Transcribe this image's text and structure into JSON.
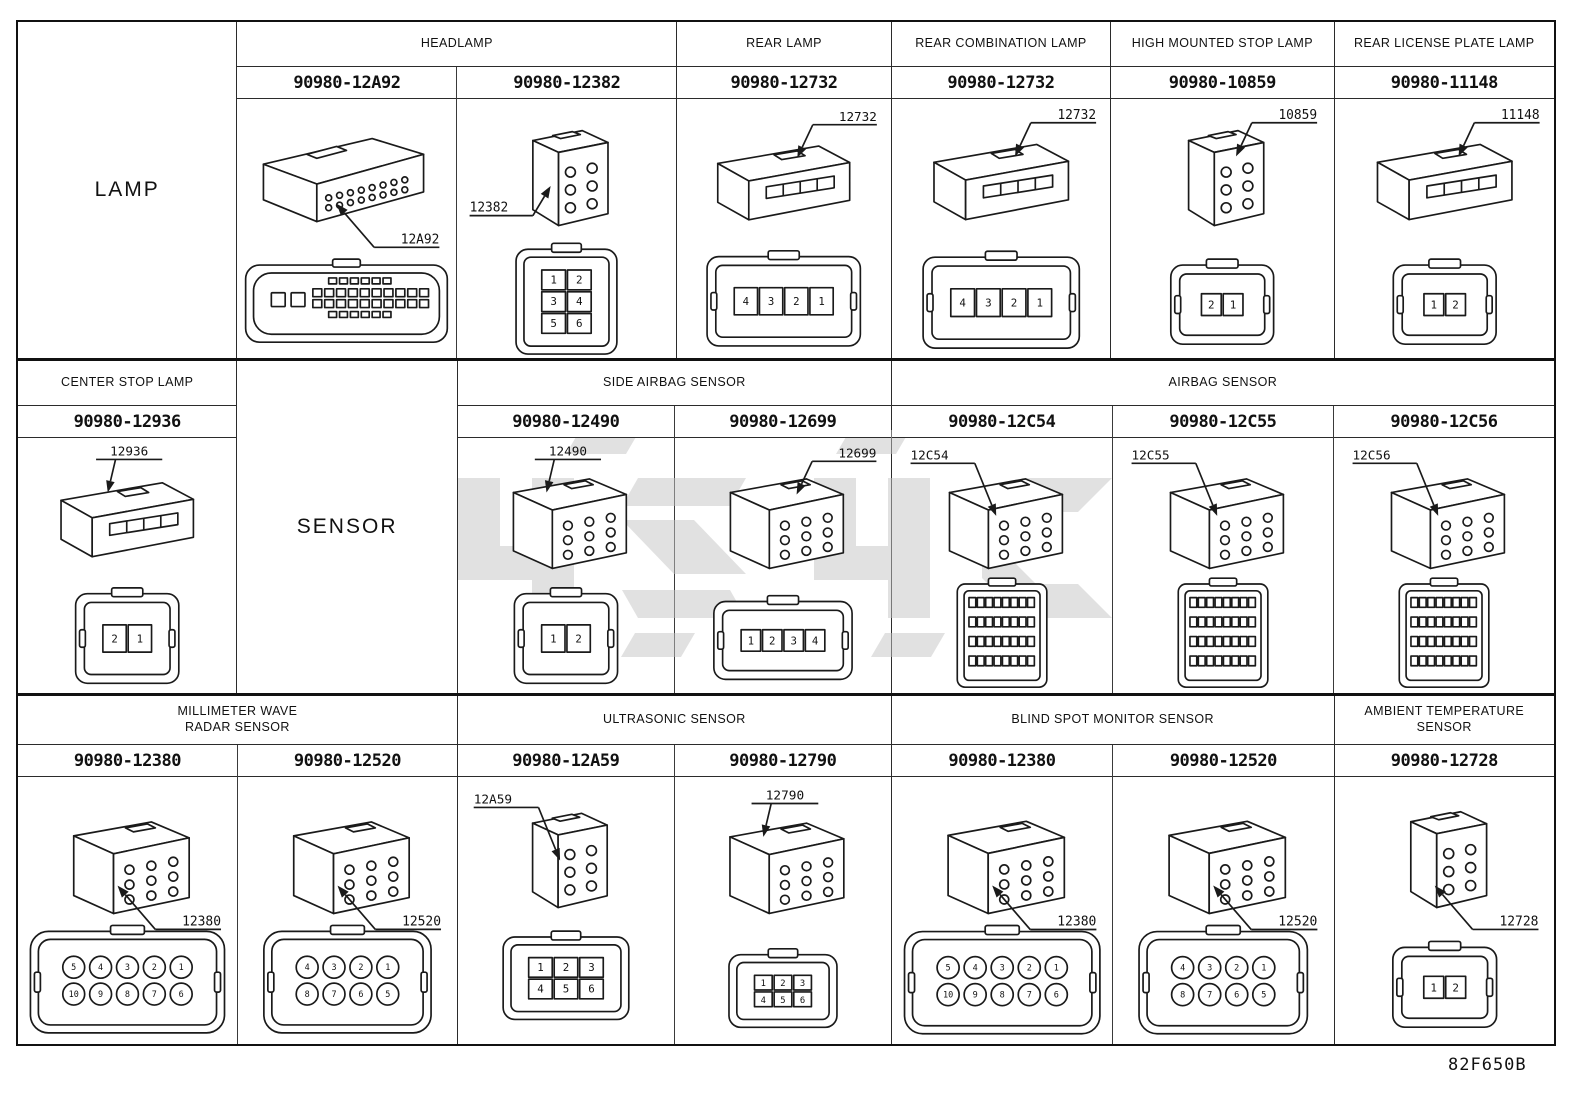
{
  "page": {
    "sheet_code": "82F650B"
  },
  "row1": {
    "label": "LAMP",
    "groups": [
      {
        "title": "HEADLAMP"
      },
      {
        "title": "REAR LAMP"
      },
      {
        "title": "REAR COMBINATION LAMP"
      },
      {
        "title": "HIGH MOUNTED STOP LAMP"
      },
      {
        "title": "REAR LICENSE PLATE LAMP"
      }
    ],
    "cells": [
      {
        "part": "90980-12A92",
        "callout": "12A92"
      },
      {
        "part": "90980-12382",
        "callout": "12382"
      },
      {
        "part": "90980-12732",
        "callout": "12732"
      },
      {
        "part": "90980-12732",
        "callout": "12732"
      },
      {
        "part": "90980-10859",
        "callout": "10859"
      },
      {
        "part": "90980-11148",
        "callout": "11148"
      }
    ]
  },
  "row2": {
    "label": "SENSOR",
    "groups": [
      {
        "title": "CENTER STOP LAMP"
      },
      {
        "title": "SIDE AIRBAG SENSOR"
      },
      {
        "title": "AIRBAG SENSOR"
      }
    ],
    "cells": [
      {
        "part": "90980-12936",
        "callout": "12936"
      },
      {
        "part": "90980-12490",
        "callout": "12490"
      },
      {
        "part": "90980-12699",
        "callout": "12699"
      },
      {
        "part": "90980-12C54",
        "callout": "12C54"
      },
      {
        "part": "90980-12C55",
        "callout": "12C55"
      },
      {
        "part": "90980-12C56",
        "callout": "12C56"
      }
    ]
  },
  "row3": {
    "groups": [
      {
        "title": "MILLIMETER WAVE\nRADAR SENSOR"
      },
      {
        "title": "ULTRASONIC SENSOR"
      },
      {
        "title": "BLIND SPOT MONITOR SENSOR"
      },
      {
        "title": "AMBIENT TEMPERATURE\nSENSOR"
      }
    ],
    "cells": [
      {
        "part": "90980-12380",
        "callout": "12380"
      },
      {
        "part": "90980-12520",
        "callout": "12520"
      },
      {
        "part": "90980-12A59",
        "callout": "12A59"
      },
      {
        "part": "90980-12790",
        "callout": "12790"
      },
      {
        "part": "90980-12380",
        "callout": "12380"
      },
      {
        "part": "90980-12520",
        "callout": "12520"
      },
      {
        "part": "90980-12728",
        "callout": "12728"
      }
    ]
  },
  "drawings": {
    "r1c0": {
      "persp": "wide",
      "pos": "br",
      "front": {
        "type": "wide"
      }
    },
    "r1c1": {
      "persp": "tall",
      "pos": "l",
      "front": {
        "type": "grid",
        "cols": 2,
        "labels": [
          "1",
          "2",
          "3",
          "4",
          "5",
          "6"
        ]
      }
    },
    "r1c2": {
      "persp": "wedge",
      "pos": "tr",
      "front": {
        "type": "row",
        "labels": [
          "4",
          "3",
          "2",
          "1"
        ]
      }
    },
    "r1c3": {
      "persp": "wedge",
      "pos": "tr",
      "front": {
        "type": "row",
        "labels": [
          "4",
          "3",
          "2",
          "1"
        ]
      }
    },
    "r1c4": {
      "persp": "tall",
      "pos": "tr",
      "front": {
        "type": "row",
        "labels": [
          "2",
          "1"
        ],
        "small": true
      }
    },
    "r1c5": {
      "persp": "wedge",
      "pos": "tr",
      "front": {
        "type": "row",
        "labels": [
          "1",
          "2"
        ],
        "small": true
      }
    },
    "r2c0": {
      "persp": "wedge",
      "pos": "t",
      "front": {
        "type": "row",
        "labels": [
          "2",
          "1"
        ]
      }
    },
    "r2c1": {
      "persp": "cube",
      "pos": "t",
      "front": {
        "type": "row",
        "labels": [
          "1",
          "2"
        ]
      }
    },
    "r2c2": {
      "persp": "cube",
      "pos": "tr",
      "front": {
        "type": "row",
        "labels": [
          "1",
          "2",
          "3",
          "4"
        ],
        "small": true
      }
    },
    "r2c3": {
      "persp": "cube",
      "pos": "tl",
      "front": {
        "type": "tiny"
      }
    },
    "r2c4": {
      "persp": "cube",
      "pos": "tl",
      "front": {
        "type": "tiny"
      }
    },
    "r2c5": {
      "persp": "cube",
      "pos": "tl",
      "front": {
        "type": "tiny"
      }
    },
    "r3c0": {
      "persp": "cube",
      "pos": "br",
      "front": {
        "type": "circles",
        "rows": [
          [
            "5",
            "4",
            "3",
            "2",
            "1"
          ],
          [
            "10",
            "9",
            "8",
            "7",
            "6"
          ]
        ]
      }
    },
    "r3c1": {
      "persp": "cube",
      "pos": "br",
      "front": {
        "type": "circles",
        "rows": [
          [
            "4",
            "3",
            "2",
            "1"
          ],
          [
            "8",
            "7",
            "6",
            "5"
          ]
        ]
      }
    },
    "r3c2": {
      "persp": "tall",
      "pos": "tl",
      "front": {
        "type": "grid",
        "cols": 3,
        "labels": [
          "1",
          "2",
          "3",
          "4",
          "5",
          "6"
        ]
      }
    },
    "r3c3": {
      "persp": "cube",
      "pos": "t",
      "front": {
        "type": "grid",
        "cols": 3,
        "labels": [
          "1",
          "2",
          "3",
          "4",
          "5",
          "6"
        ],
        "small": true
      }
    },
    "r3c4": {
      "persp": "cube",
      "pos": "br",
      "front": {
        "type": "circles",
        "rows": [
          [
            "5",
            "4",
            "3",
            "2",
            "1"
          ],
          [
            "10",
            "9",
            "8",
            "7",
            "6"
          ]
        ]
      }
    },
    "r3c5": {
      "persp": "cube",
      "pos": "br",
      "front": {
        "type": "circles",
        "rows": [
          [
            "4",
            "3",
            "2",
            "1"
          ],
          [
            "8",
            "7",
            "6",
            "5"
          ]
        ]
      }
    },
    "r3c6": {
      "persp": "tall",
      "pos": "br",
      "front": {
        "type": "row",
        "labels": [
          "1",
          "2"
        ],
        "small": true
      }
    }
  }
}
